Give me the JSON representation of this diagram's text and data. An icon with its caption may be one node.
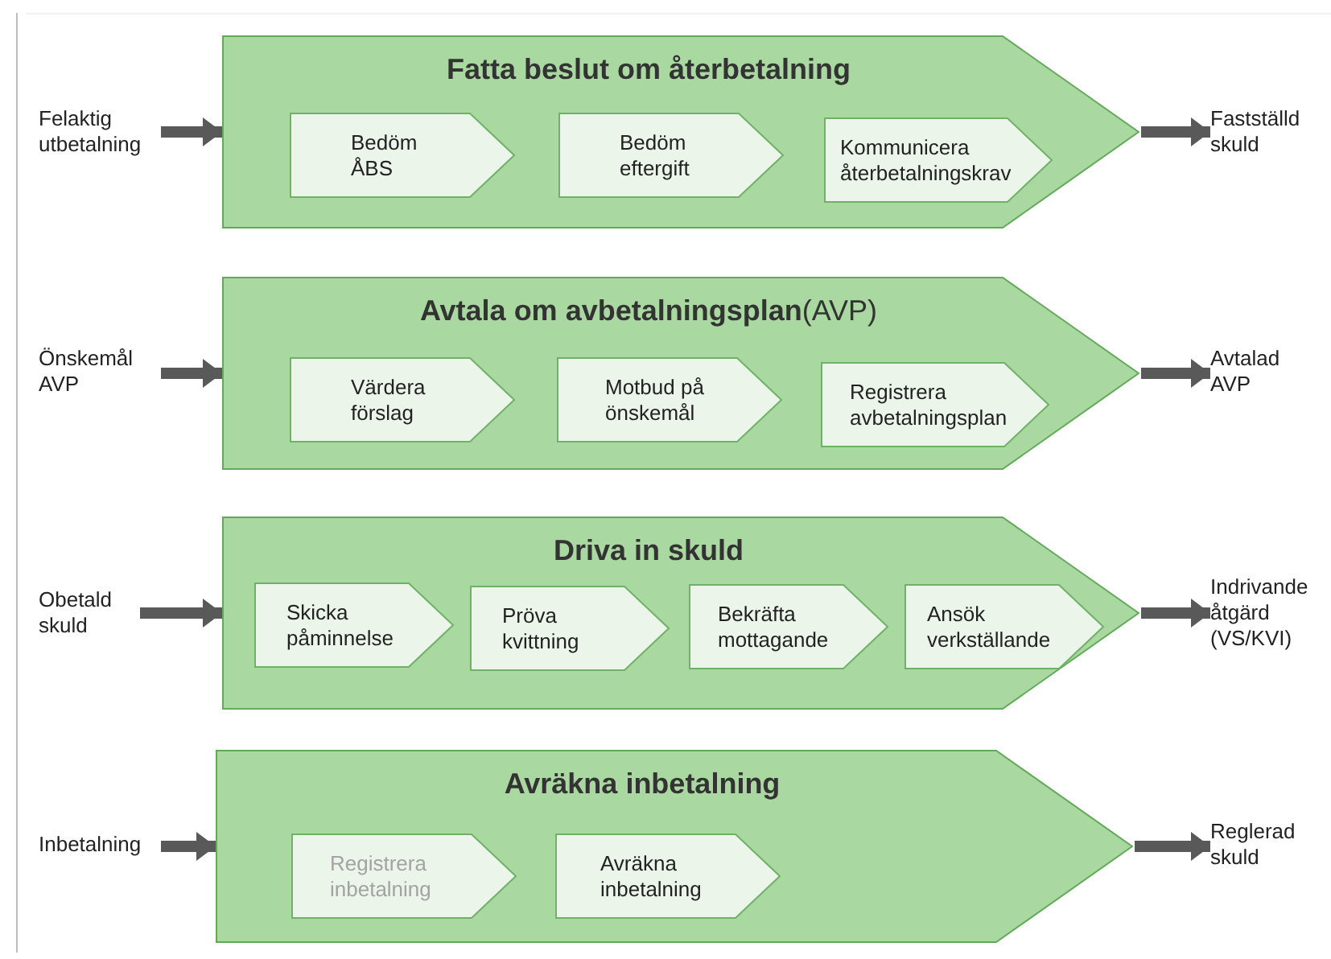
{
  "diagram": {
    "nodes": [
      {
        "text": [
          "Felaktig utbetalning"
        ]
      },
      {
        "text": [
          "Fatta beslut om återbetalning"
        ]
      },
      {
        "text": [
          "Bedöm ÅBS"
        ],
        "in": 1
      },
      {
        "text": [
          "Bedöm eftergift"
        ],
        "in": 1
      },
      {
        "text": [
          "Kommunicera återbetalningskrav"
        ],
        "in": 1
      },
      {
        "text": [
          "Fastställd skuld"
        ]
      },
      {
        "text": [
          "Önskemål AVP"
        ]
      },
      {
        "text": [
          "**Avtala om avbetalningsplan**(AVP)"
        ]
      },
      {
        "text": [
          "Värdera förslag"
        ],
        "in": 7
      },
      {
        "text": [
          "Motbud på önskemål"
        ],
        "in": 7
      },
      {
        "text": [
          "Registrera avbetalningsplan"
        ],
        "in": 7
      },
      {
        "text": [
          "Avtalad AVP"
        ]
      },
      {
        "text": [
          "Obetald skuld"
        ]
      },
      {
        "text": [
          "Driva in skuld"
        ]
      },
      {
        "text": [
          "Skicka påminnelse"
        ],
        "in": 13
      },
      {
        "text": [
          "Pröva kvittning"
        ],
        "in": 13
      },
      {
        "text": [
          "Bekräfta mottagande"
        ],
        "in": 13
      },
      {
        "text": [
          "Ansök verkställande"
        ],
        "in": 13
      },
      {
        "text": [
          "Indrivande åtgärd (VS/KVI)"
        ]
      },
      {
        "text": [
          "Inbetalning"
        ]
      },
      {
        "text": [
          "Avräkna inbetalning"
        ]
      },
      {
        "text": [
          "Registrera inbetalning"
        ],
        "in": 20
      },
      {
        "text": [
          "Avräkna inbetalning"
        ],
        "in": 20
      },
      {
        "text": [
          "Reglerad skuld"
        ]
      }
    ],
    "edges": [
      {
        "from": 0,
        "to": 1,
        "arrow": "to"
      },
      {
        "from": 1,
        "to": 5,
        "arrow": "to"
      },
      {
        "from": 6,
        "to": 7,
        "arrow": "to"
      },
      {
        "from": 7,
        "to": 11,
        "arrow": "to"
      },
      {
        "from": 12,
        "to": 13,
        "arrow": "to"
      },
      {
        "from": 13,
        "to": 18,
        "arrow": "to"
      },
      {
        "from": 19,
        "to": 20,
        "arrow": "to"
      },
      {
        "from": 20,
        "to": 23,
        "arrow": "to"
      }
    ]
  }
}
